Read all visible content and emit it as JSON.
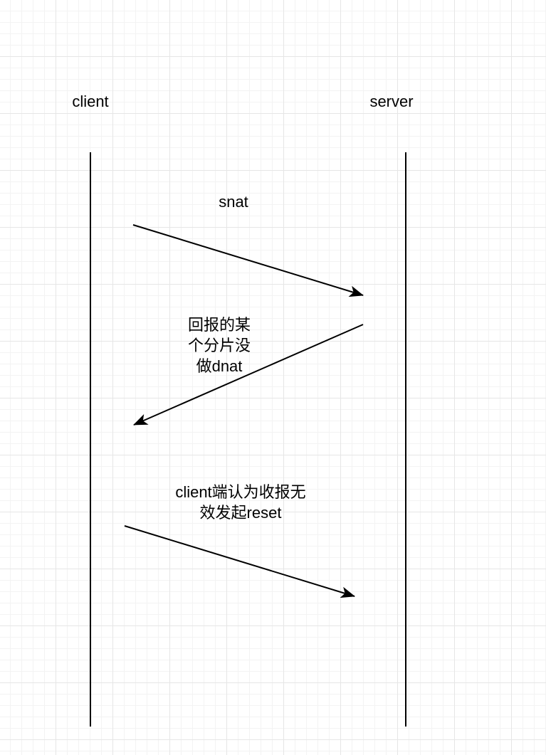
{
  "participants": {
    "client": "client",
    "server": "server"
  },
  "messages": [
    {
      "direction": "client-to-server",
      "label_lines": [
        "snat"
      ]
    },
    {
      "direction": "server-to-client",
      "label_lines": [
        "回报的某",
        "个分片没",
        "做dnat"
      ]
    },
    {
      "direction": "client-to-server",
      "label_lines": [
        "client端认为收报无",
        "效发起reset"
      ]
    }
  ],
  "colors": {
    "line": "#000000",
    "text": "#000000",
    "grid_major": "#e6e6e6",
    "grid_minor": "#f3f3f3",
    "background": "#ffffff"
  }
}
